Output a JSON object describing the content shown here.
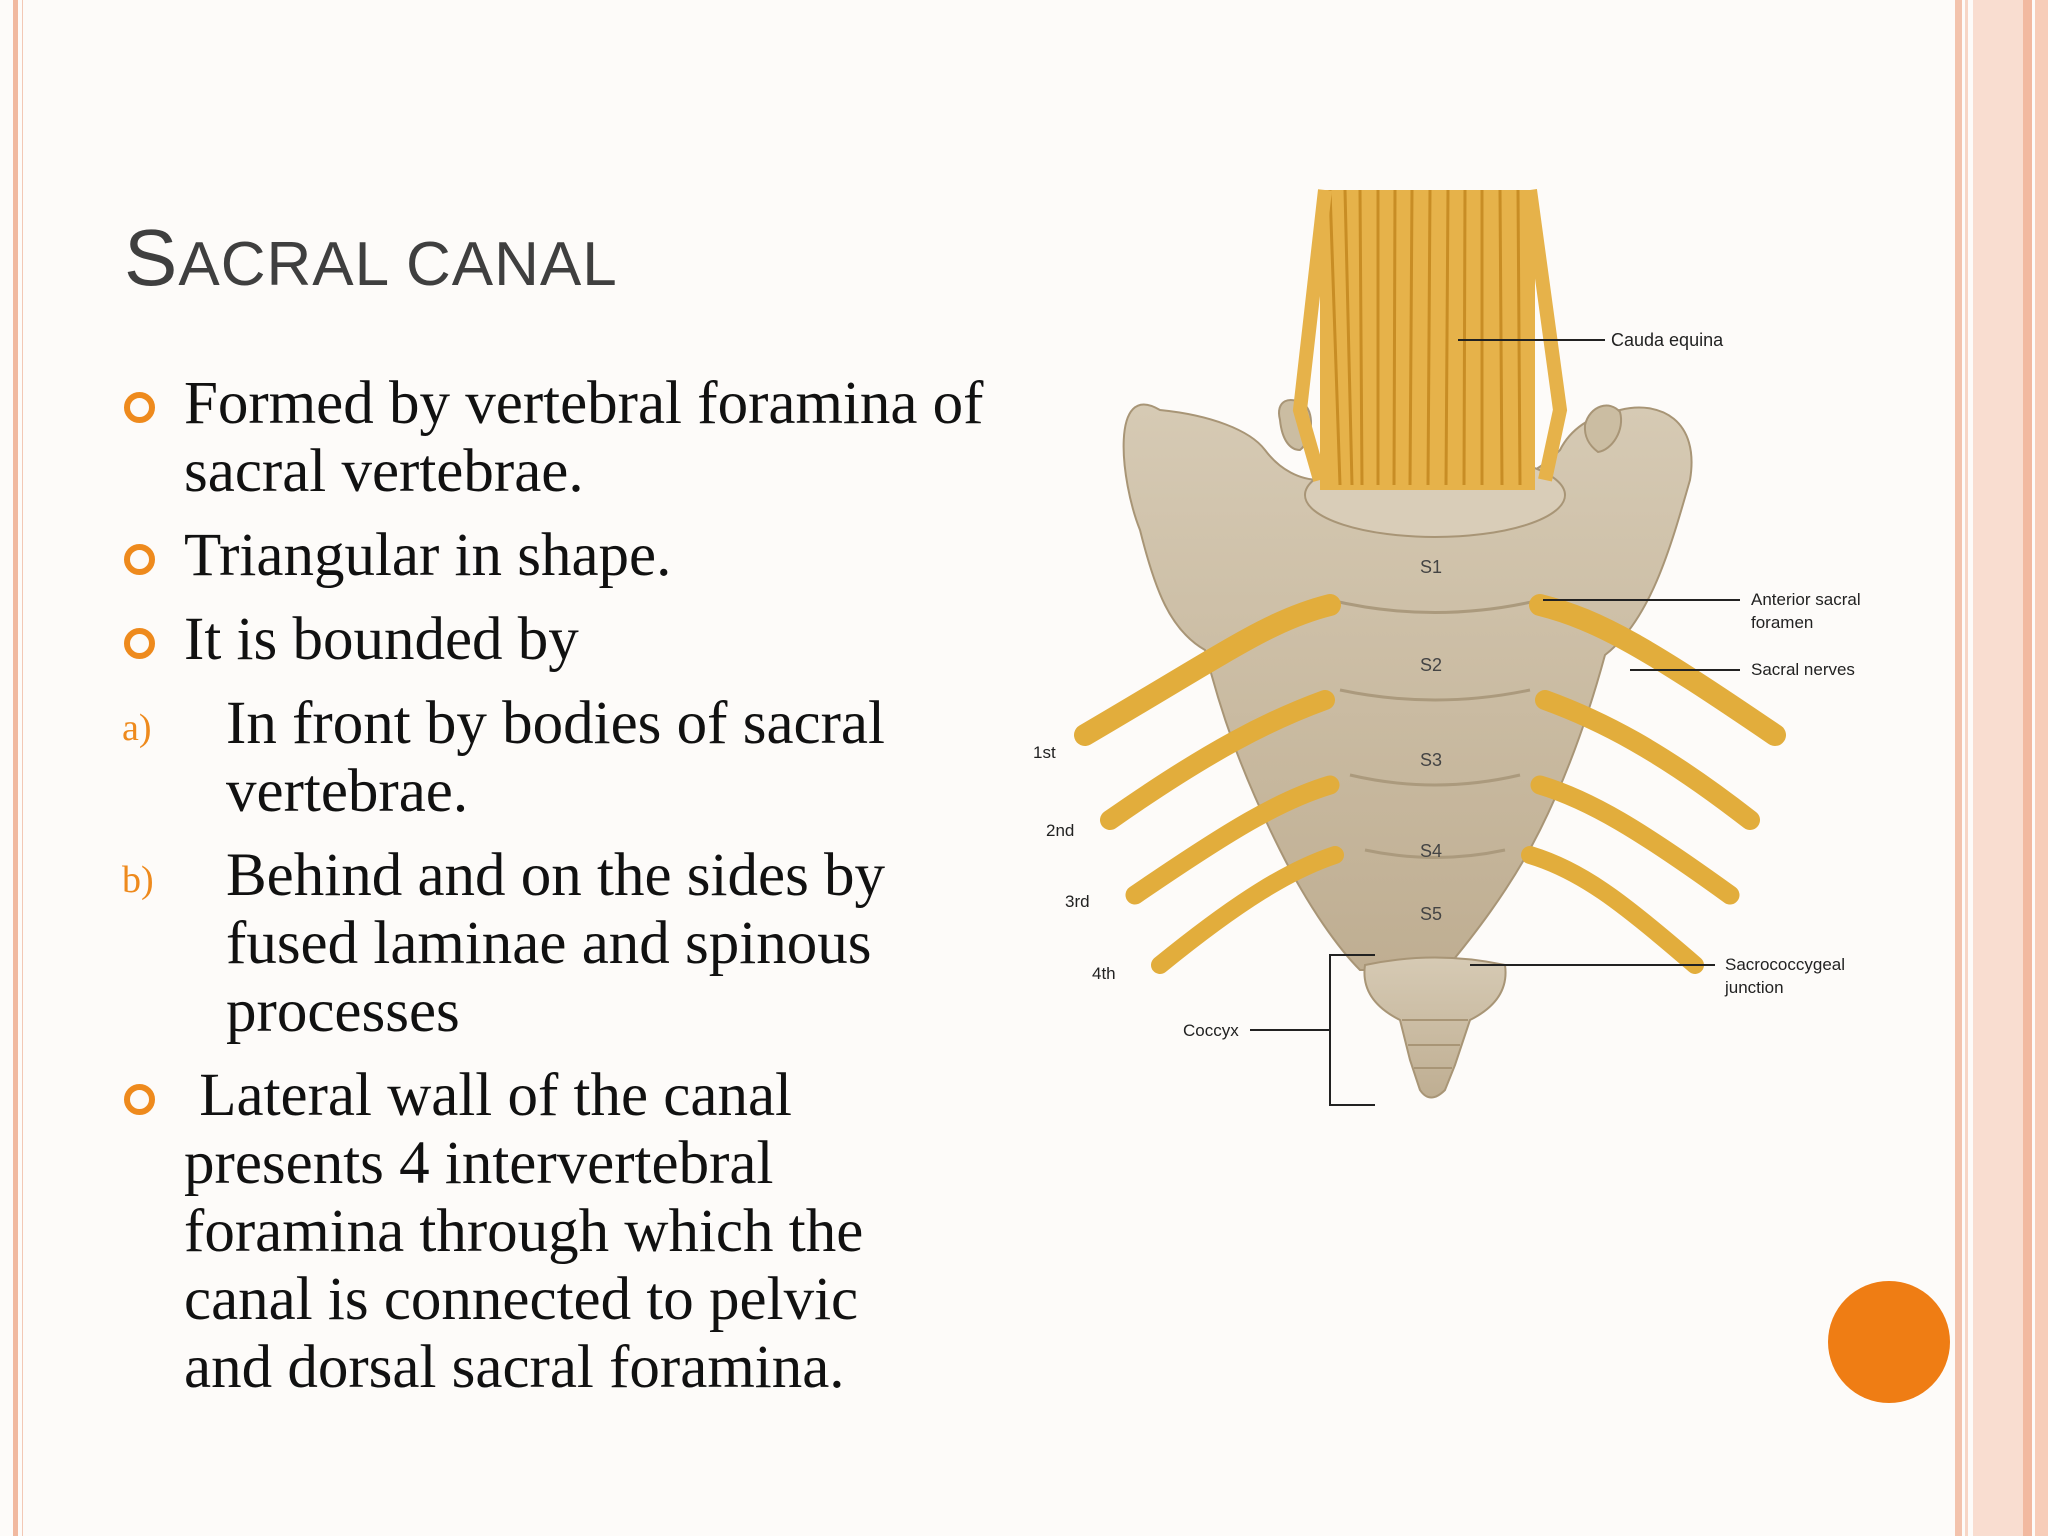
{
  "slide": {
    "title_initial": "S",
    "title_rest": "ACRAL CANAL",
    "bullets": [
      "Formed by vertebral foramina of sacral vertebrae.",
      "Triangular in shape.",
      "It is bounded by"
    ],
    "sub_items": [
      {
        "marker": "a)",
        "text": "In front by bodies of sacral vertebrae."
      },
      {
        "marker": "b)",
        "text": "Behind and on the sides by fused laminae and spinous processes"
      }
    ],
    "last_bullet": " Lateral wall of the canal presents 4 intervertebral foramina through which the canal is connected to pelvic and dorsal sacral foramina."
  },
  "diagram": {
    "labels": {
      "cauda_equina": "Cauda equina",
      "anterior_sacral_foramen_1": "Anterior sacral",
      "anterior_sacral_foramen_2": "foramen",
      "sacral_nerves": "Sacral nerves",
      "sacrococcygeal_1": "Sacrococcygeal",
      "sacrococcygeal_2": "junction",
      "coccyx": "Coccyx",
      "first": "1st",
      "second": "2nd",
      "third": "3rd",
      "fourth": "4th",
      "s1": "S1",
      "s2": "S2",
      "s3": "S3",
      "s4": "S4",
      "s5": "S5"
    }
  },
  "colors": {
    "accent": "#ee8a1d",
    "orange_dot": "#ef7d14",
    "border": "#f1b9a0",
    "bone": "#cdbfa6",
    "nerve": "#e2ad3c"
  }
}
